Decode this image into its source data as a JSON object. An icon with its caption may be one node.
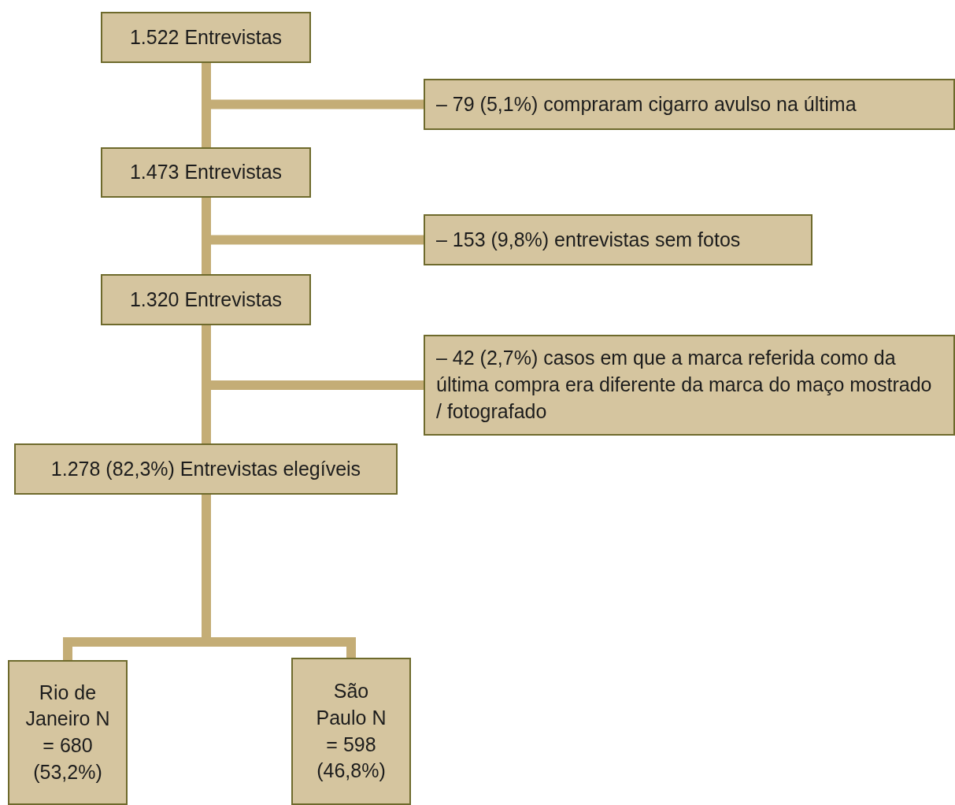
{
  "diagram": {
    "nodes": [
      {
        "text": [
          "1.522 Entrevistas"
        ]
      },
      {
        "text": [
          "– 79 (5,1%) compraram cigarro avulso na última"
        ]
      },
      {
        "text": [
          "1.473 Entrevistas"
        ]
      },
      {
        "text": [
          "– 153 (9,8%) entrevistas sem fotos"
        ]
      },
      {
        "text": [
          "1.320 Entrevistas"
        ]
      },
      {
        "text": [
          "– 42 (2,7%) casos em que a marca referida como da última compra era diferente da marca do maço mostrado / fotografado"
        ]
      },
      {
        "text": [
          "1.278 (82,3%) Entrevistas elegíveis"
        ]
      },
      {
        "text": [
          "Rio de Janeiro N = 680 (53,2%)"
        ]
      },
      {
        "text": [
          "São Paulo N = 598 (46,8%)"
        ]
      }
    ],
    "edges": [
      {
        "from": 0,
        "to": 1,
        "arrow": "none"
      },
      {
        "from": 0,
        "to": 2,
        "arrow": "none"
      },
      {
        "from": 2,
        "to": 3,
        "arrow": "none"
      },
      {
        "from": 2,
        "to": 4,
        "arrow": "none"
      },
      {
        "from": 4,
        "to": 5,
        "arrow": "none"
      },
      {
        "from": 4,
        "to": 6,
        "arrow": "none"
      },
      {
        "from": 6,
        "to": 7,
        "arrow": "none"
      },
      {
        "from": 6,
        "to": 8,
        "arrow": "none"
      }
    ]
  }
}
